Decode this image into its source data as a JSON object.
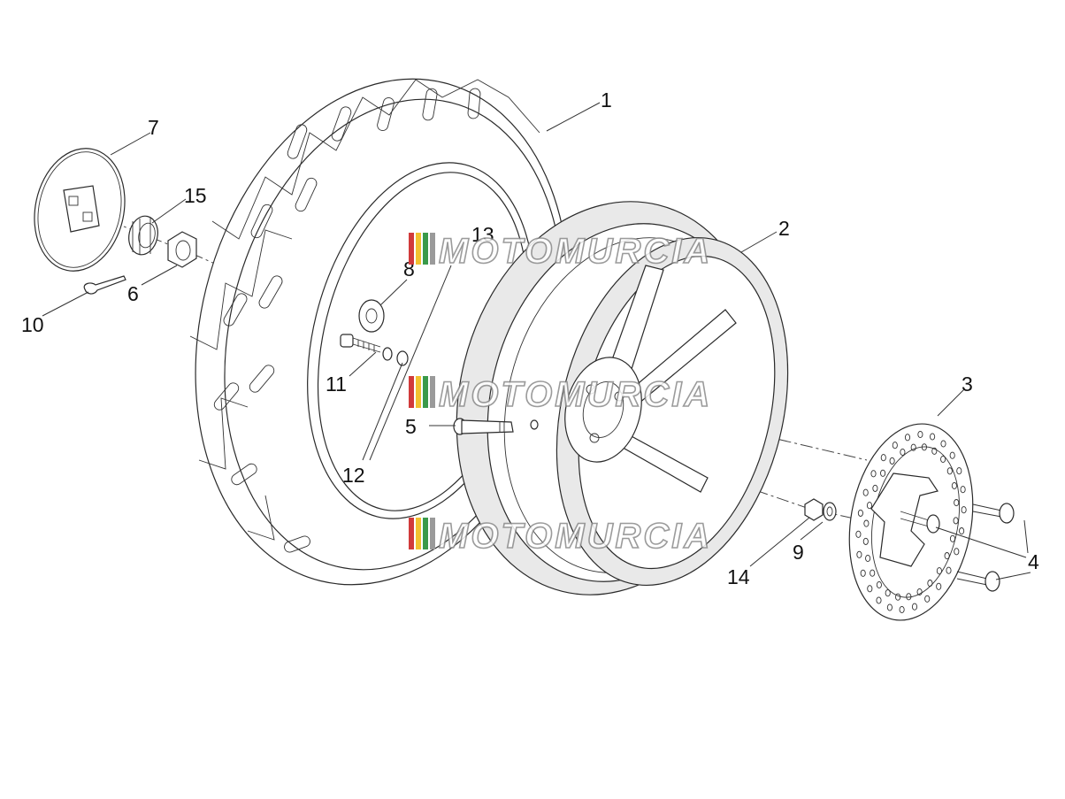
{
  "callouts": [
    "1",
    "2",
    "3",
    "4",
    "5",
    "6",
    "7",
    "8",
    "9",
    "10",
    "11",
    "12",
    "13",
    "14",
    "15"
  ],
  "watermark": {
    "text": "MOTOMURCIA",
    "stripe_colors": [
      "#d13b3b",
      "#f2c230",
      "#3a9a4a",
      "#9a9a9a"
    ]
  }
}
